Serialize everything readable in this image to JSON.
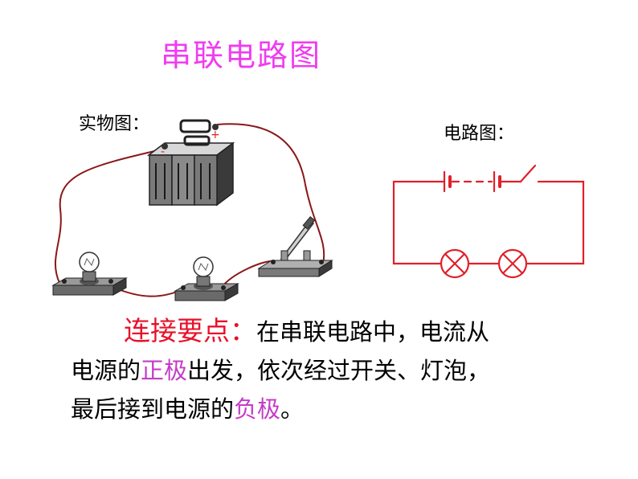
{
  "title": "串联电路图",
  "labels": {
    "physical": "实物图：",
    "schematic": "电路图："
  },
  "battery": {
    "minus": "-",
    "plus": "+"
  },
  "key_points": {
    "heading": "连接要点：",
    "text_1": "在串联电路中，电流从",
    "text_2": "电源的",
    "highlight_positive": "正极",
    "text_3": "出发，依次经过开关、灯泡，",
    "text_4": "最后接到电源的",
    "highlight_negative": "负极",
    "text_5": "。"
  },
  "colors": {
    "title": "#f03cf0",
    "heading": "#e8102a",
    "highlight": "#c43cc8",
    "wire_physical": "#8a1818",
    "wire_schematic": "#e0202a"
  }
}
